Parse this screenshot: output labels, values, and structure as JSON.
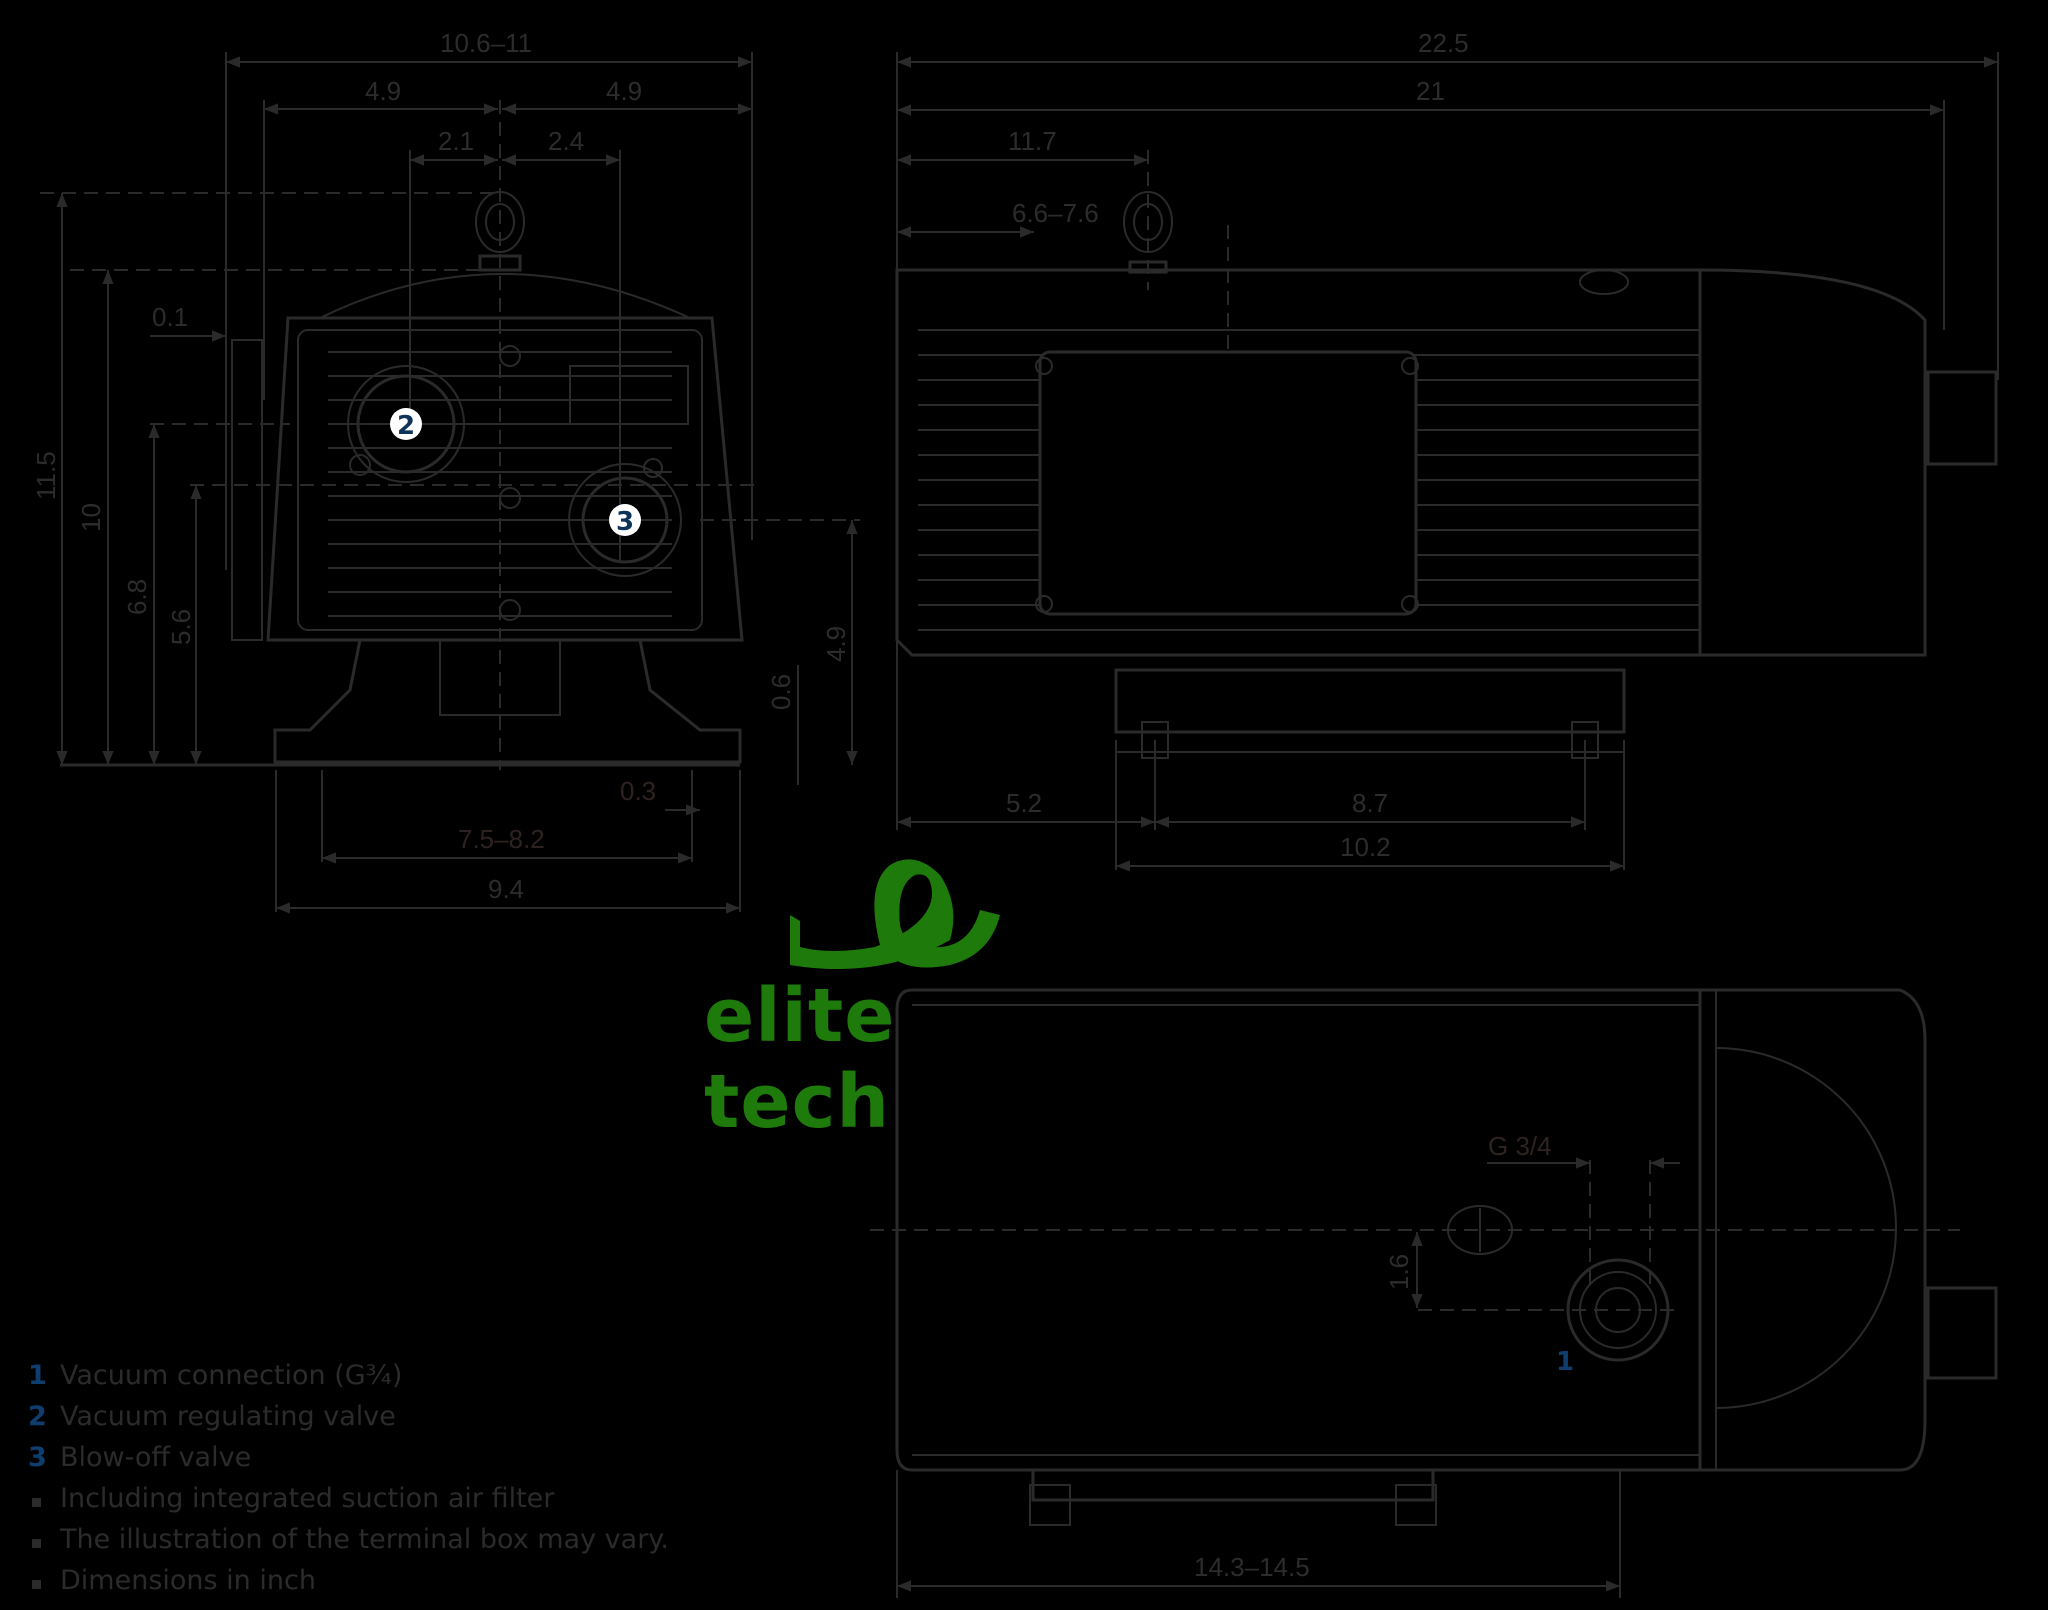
{
  "title": "Vacuum pump dimension drawing",
  "colors": {
    "background": "#000000",
    "lines": "#2a2a2a",
    "callout": "#0f3e6e",
    "logo": "#1f7a0c"
  },
  "front_view": {
    "dimensions": {
      "overall_width": "10.6–11",
      "left_half": "4.9",
      "right_half": "4.9",
      "valve2_offset": "2.1",
      "valve3_offset": "2.4",
      "flange_gap": "0.1",
      "total_height": "11.5",
      "body_height": "10",
      "valve2_height": "6.8",
      "axis_height": "5.6",
      "valve3_height": "4.9",
      "foot_thickness": "0.6",
      "foot_slot": "0.3",
      "foot_hole_spacing": "7.5–8.2",
      "foot_width": "9.4"
    },
    "callouts": [
      "2",
      "3"
    ]
  },
  "side_view": {
    "dimensions": {
      "overall_length": "22.5",
      "body_length": "21",
      "eyebolt_position": "11.7",
      "terminal_box_center": "6.6–7.6",
      "foot_offset": "5.2",
      "foot_hole_spacing": "8.7",
      "foot_length": "10.2"
    }
  },
  "top_view": {
    "dimensions": {
      "connection_thread": "G 3/4",
      "connection_offset": "1.6",
      "foot_span": "14.3–14.5"
    },
    "callouts": [
      "1"
    ]
  },
  "logo": {
    "text": "elite tech"
  },
  "legend": {
    "items": [
      {
        "key": "1",
        "label": "Vacuum connection (G¾)"
      },
      {
        "key": "2",
        "label": "Vacuum regulating valve"
      },
      {
        "key": "3",
        "label": "Blow-off valve"
      }
    ],
    "notes": [
      "Including integrated suction air filter",
      "The illustration of the terminal box may vary.",
      "Dimensions in inch"
    ]
  }
}
